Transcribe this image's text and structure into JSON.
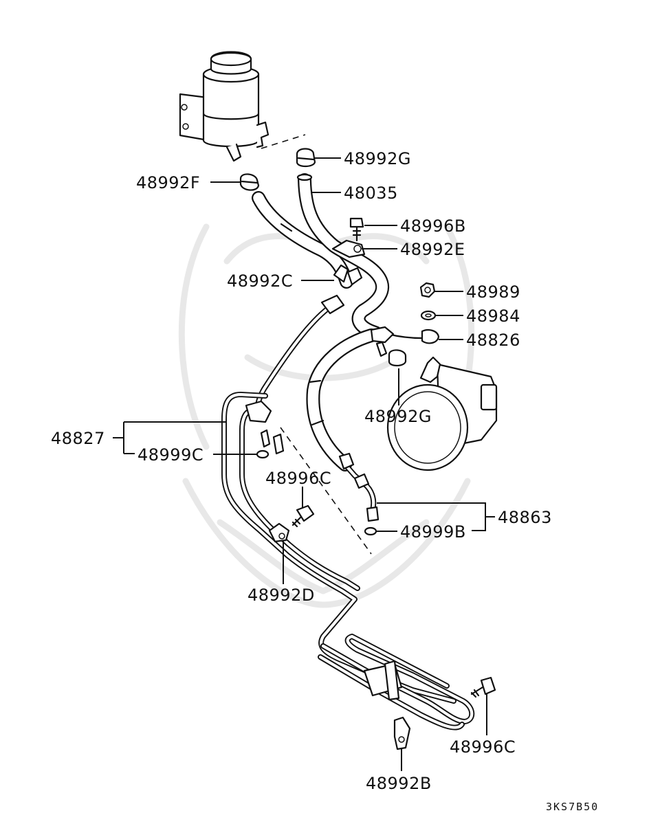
{
  "diagram": {
    "reference_code": "3KS7B50",
    "callouts": [
      {
        "id": "c1",
        "text": "48992G"
      },
      {
        "id": "c2",
        "text": "48035"
      },
      {
        "id": "c3",
        "text": "48992F"
      },
      {
        "id": "c4",
        "text": "48996B"
      },
      {
        "id": "c5",
        "text": "48992E"
      },
      {
        "id": "c6",
        "text": "48992C"
      },
      {
        "id": "c7",
        "text": "48989"
      },
      {
        "id": "c8",
        "text": "48984"
      },
      {
        "id": "c9",
        "text": "48826"
      },
      {
        "id": "c10",
        "text": "48992G"
      },
      {
        "id": "c11",
        "text": "48827"
      },
      {
        "id": "c12",
        "text": "48999C"
      },
      {
        "id": "c13",
        "text": "48996C"
      },
      {
        "id": "c14",
        "text": "48863"
      },
      {
        "id": "c15",
        "text": "48999B"
      },
      {
        "id": "c16",
        "text": "48992D"
      },
      {
        "id": "c17",
        "text": "48996C"
      },
      {
        "id": "c18",
        "text": "48992B"
      }
    ]
  }
}
